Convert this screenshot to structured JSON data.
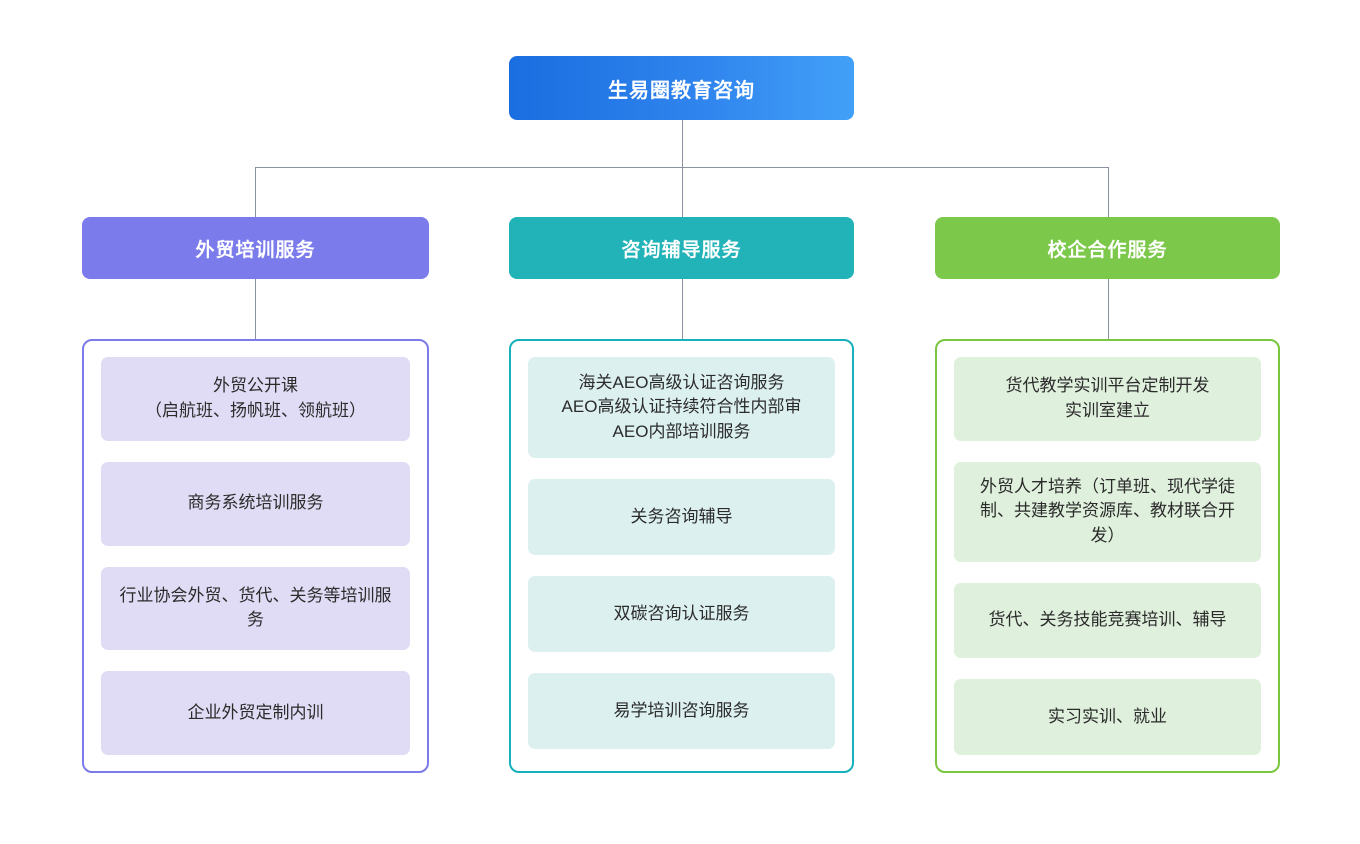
{
  "diagram": {
    "type": "organization-tree",
    "orientation": "top-down",
    "root": {
      "label": "生易圈教育咨询",
      "color_start": "#1a6ee0",
      "color_end": "#42a0f8"
    },
    "connector_color": "#8b93a3",
    "branches": [
      {
        "header": "外贸培训服务",
        "header_color": "#7b7beb",
        "panel_border_color": "#7b7beb",
        "card_color": "#e0dcf5",
        "items": [
          "外贸公开课\n（启航班、扬帆班、领航班）",
          "商务系统培训服务",
          "行业协会外贸、货代、关务等培训服务",
          "企业外贸定制内训"
        ]
      },
      {
        "header": "咨询辅导服务",
        "header_color": "#22b3b8",
        "panel_border_color": "#17b0bd",
        "card_color": "#ddf0f0",
        "items": [
          "海关AEO高级认证咨询服务\nAEO高级认证持续符合性内部审\nAEO内部培训服务",
          "关务咨询辅导",
          "双碳咨询认证服务",
          "易学培训咨询服务"
        ]
      },
      {
        "header": "校企合作服务",
        "header_color": "#7cc84a",
        "panel_border_color": "#79c63f",
        "card_color": "#dff0dc",
        "items": [
          "货代教学实训平台定制开发\n实训室建立",
          "外贸人才培养（订单班、现代学徒制、共建教学资源库、教材联合开发）",
          "货代、关务技能竞赛培训、辅导",
          "实习实训、就业"
        ]
      }
    ]
  }
}
